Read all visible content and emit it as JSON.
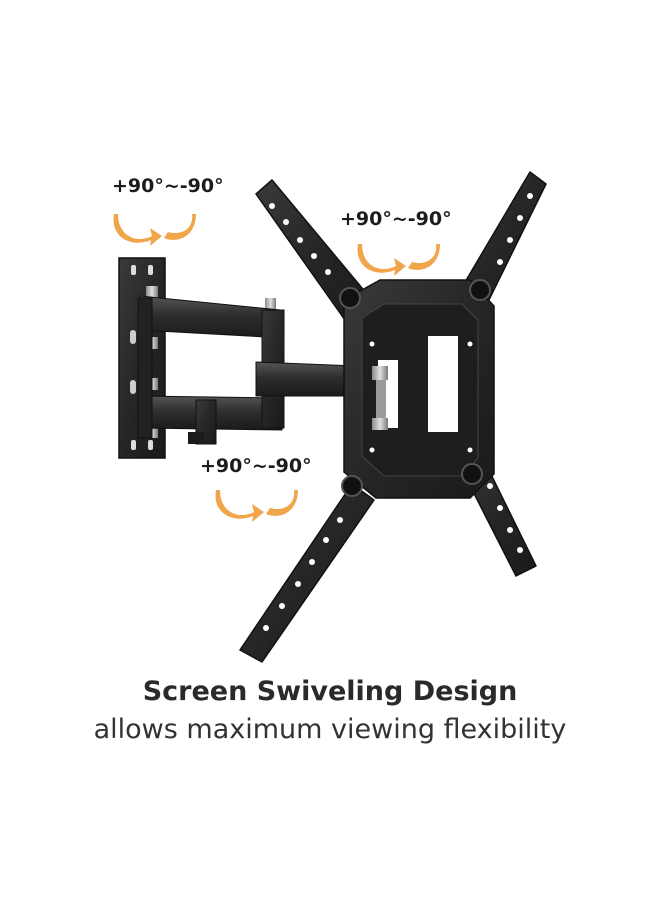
{
  "rotation_labels": {
    "top_left": "+90°~-90°",
    "top_right": "+90°~-90°",
    "bottom": "+90°~-90°"
  },
  "caption": {
    "headline": "Screen Swiveling Design",
    "subline": "allows maximum viewing flexibility"
  },
  "colors": {
    "arrow": "#f0a54a",
    "metal": "#2b2b2b",
    "text": "#1c1c1c"
  },
  "icons": [
    "rotation-arrow-icon",
    "tv-wall-mount-illustration"
  ]
}
